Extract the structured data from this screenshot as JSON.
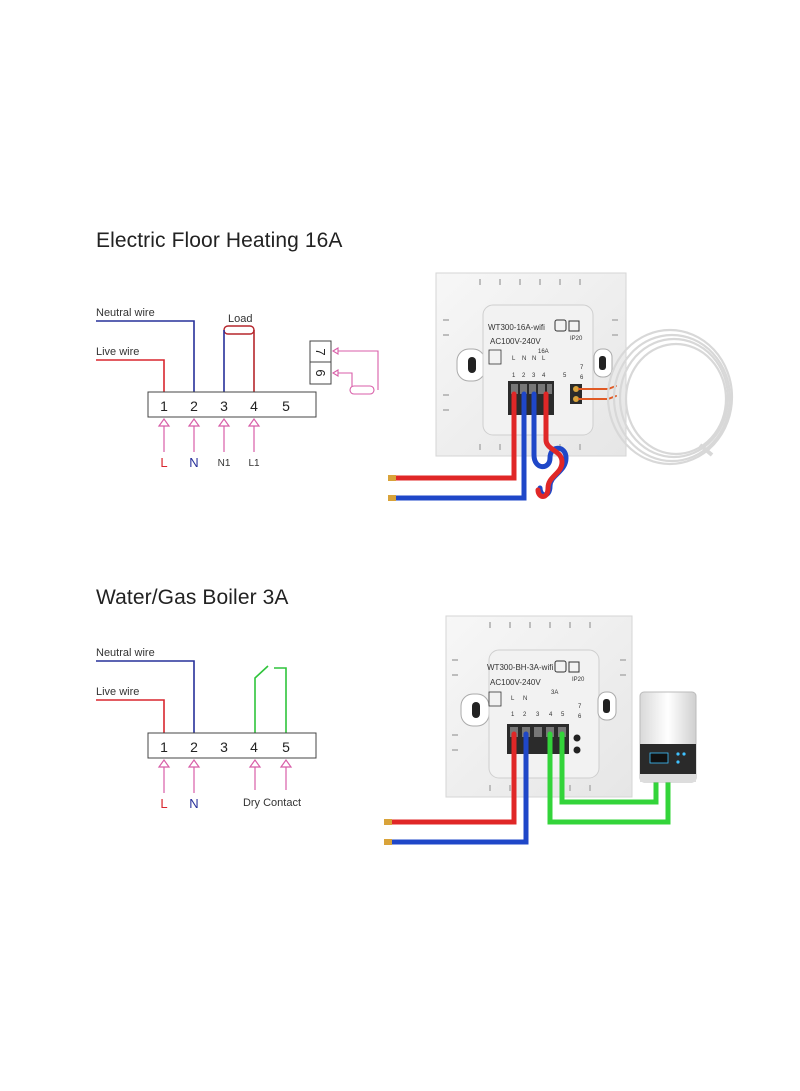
{
  "sections": [
    {
      "title": "Electric Floor Heating 16A",
      "neutral_label": "Neutral wire",
      "live_label": "Live wire",
      "load_label": "Load",
      "terminals": [
        "1",
        "2",
        "3",
        "4",
        "5"
      ],
      "bottom_labels": [
        "L",
        "N",
        "N1",
        "L1"
      ],
      "sensor_terminals": [
        "7",
        "6"
      ],
      "device": {
        "model": "WT300-16A-wifi",
        "voltage": "AC100V-240V",
        "rating": "16A",
        "ip": "IP20",
        "terminal_letters": [
          "L",
          "N",
          "N",
          "L"
        ],
        "terminal_numbers": [
          "1",
          "2",
          "3",
          "4",
          "5"
        ],
        "sensor_numbers": [
          "7",
          "6"
        ]
      }
    },
    {
      "title": "Water/Gas Boiler 3A",
      "neutral_label": "Neutral wire",
      "live_label": "Live wire",
      "terminals": [
        "1",
        "2",
        "3",
        "4",
        "5"
      ],
      "bottom_labels": [
        "L",
        "N"
      ],
      "dry_contact_label": "Dry Contact",
      "device": {
        "model": "WT300-BH-3A-wifi",
        "voltage": "AC100V-240V",
        "rating": "3A",
        "ip": "IP20",
        "terminal_letters": [
          "L",
          "N"
        ],
        "terminal_numbers": [
          "1",
          "2",
          "3",
          "4",
          "5"
        ],
        "sensor_numbers": [
          "7",
          "6"
        ]
      }
    }
  ],
  "colors": {
    "live": "#d8262e",
    "neutral": "#27309a",
    "load": "#b5262c",
    "dry_contact": "#2fc43b",
    "arrow": "#d85ea8",
    "sensor": "#d85ea8",
    "live_cable": "#e02727",
    "neutral_cable": "#1f47c8",
    "contact_cable": "#33d43a"
  }
}
